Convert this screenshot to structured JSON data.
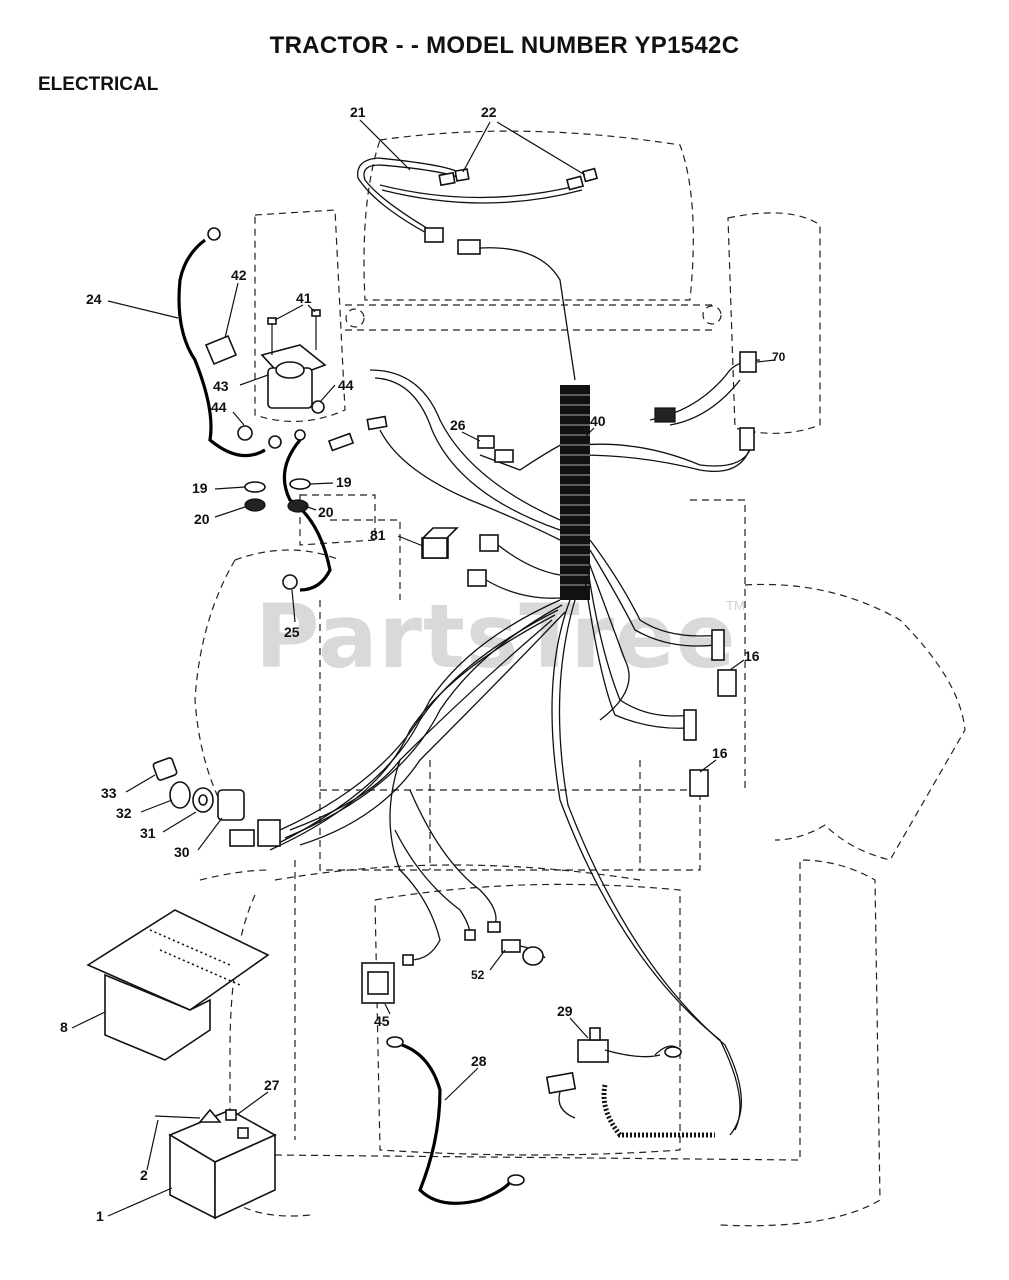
{
  "header": {
    "title": "TRACTOR - - MODEL NUMBER YP1542C",
    "section": "ELECTRICAL"
  },
  "watermark": {
    "text": "PartsTree",
    "mark": "TM"
  },
  "callouts": [
    "21",
    "22",
    "24",
    "42",
    "41",
    "43",
    "44",
    "44",
    "19",
    "19",
    "20",
    "20",
    "81",
    "25",
    "26",
    "40",
    "70",
    "16",
    "16",
    "33",
    "32",
    "31",
    "30",
    "8",
    "2",
    "1",
    "27",
    "45",
    "52",
    "28",
    "29"
  ]
}
